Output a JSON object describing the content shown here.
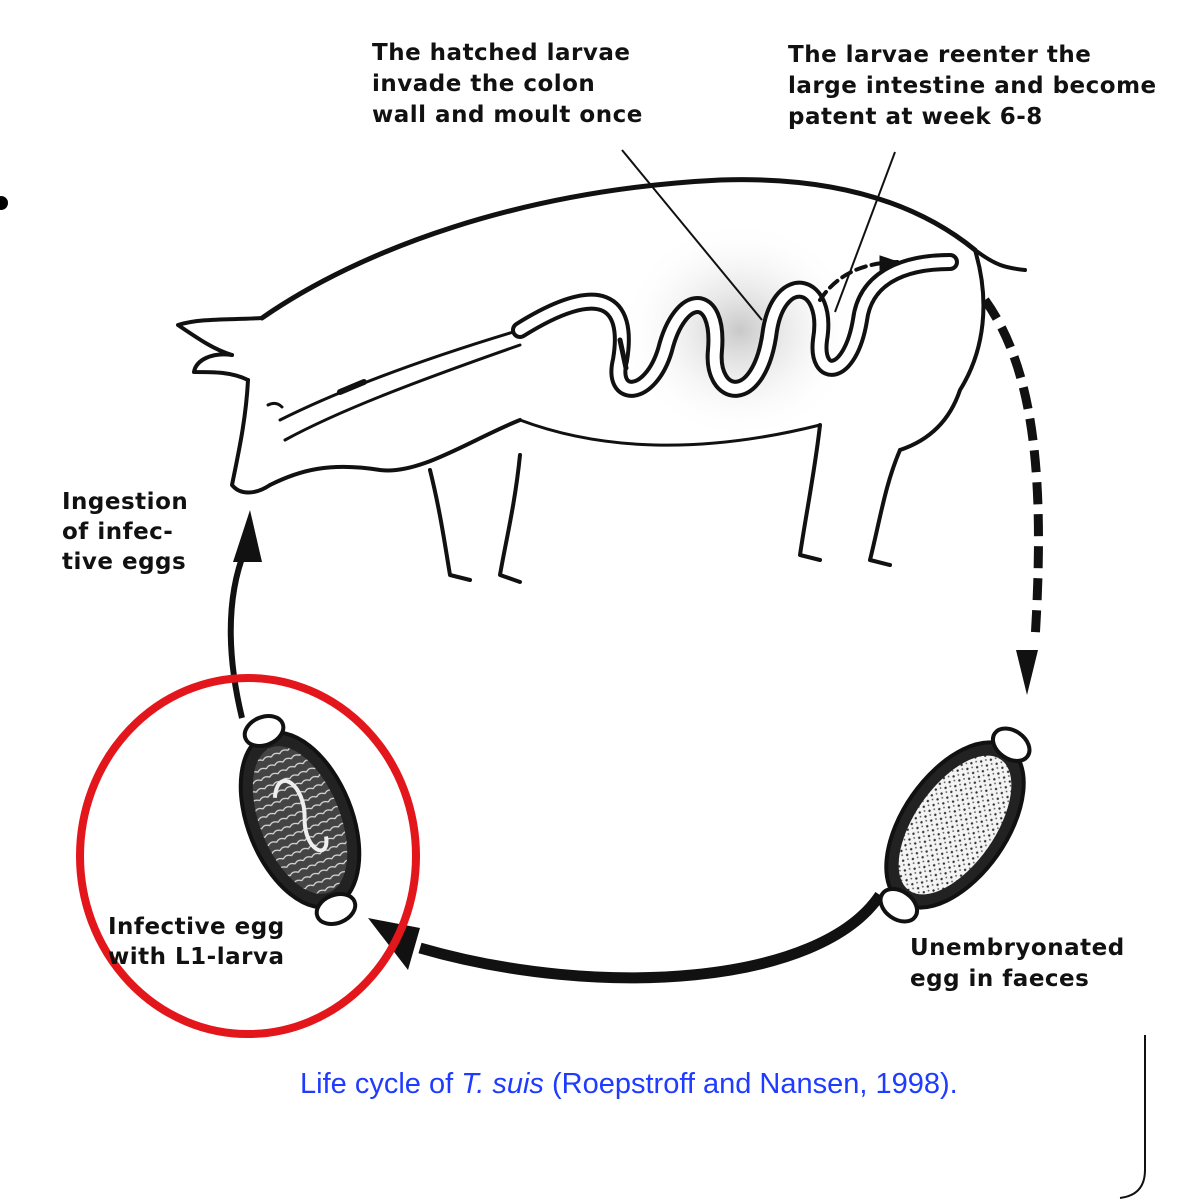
{
  "labels": {
    "hatched": "The hatched larvae\ninvade the colon\nwall and moult once",
    "reenter": "The larvae reenter the\nlarge intestine and become\npatent at week 6-8",
    "ingestion": "Ingestion\nof infec-\ntive eggs",
    "infective_egg": "Infective egg\nwith L1-larva",
    "unembryonated": "Unembryonated\negg in faeces"
  },
  "caption": {
    "prefix": "Life cycle of ",
    "species": "T. suis",
    "suffix": " (Roepstroff and Nansen, 1998)."
  },
  "colors": {
    "highlight_circle": "#e3161b",
    "caption_text": "#1f3bff",
    "line_art": "#111111"
  }
}
